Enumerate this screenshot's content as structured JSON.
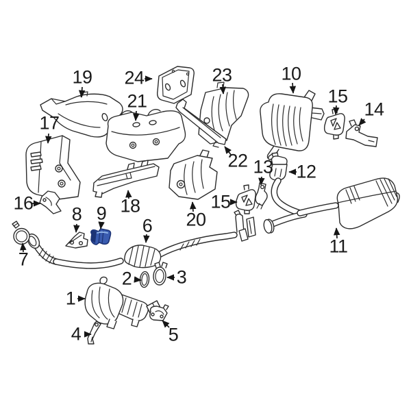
{
  "diagram": {
    "subject": "Exhaust system parts diagram",
    "background": "#ffffff",
    "line_color": "#2b2b2b",
    "label_color": "#1a1a1a",
    "highlight": {
      "callout": "9",
      "fill": "#3a5cb0",
      "shadow": "#1c3375",
      "light": "#8fb3e6"
    }
  },
  "callouts": [
    {
      "label": "1"
    },
    {
      "label": "2"
    },
    {
      "label": "3"
    },
    {
      "label": "4"
    },
    {
      "label": "5"
    },
    {
      "label": "6"
    },
    {
      "label": "7"
    },
    {
      "label": "8"
    },
    {
      "label": "9",
      "highlighted": true
    },
    {
      "label": "10"
    },
    {
      "label": "11"
    },
    {
      "label": "12"
    },
    {
      "label": "13"
    },
    {
      "label": "14"
    },
    {
      "label": "15"
    },
    {
      "label": "15"
    },
    {
      "label": "16"
    },
    {
      "label": "17"
    },
    {
      "label": "18"
    },
    {
      "label": "19"
    },
    {
      "label": "20"
    },
    {
      "label": "21"
    },
    {
      "label": "22"
    },
    {
      "label": "23"
    },
    {
      "label": "24"
    }
  ]
}
